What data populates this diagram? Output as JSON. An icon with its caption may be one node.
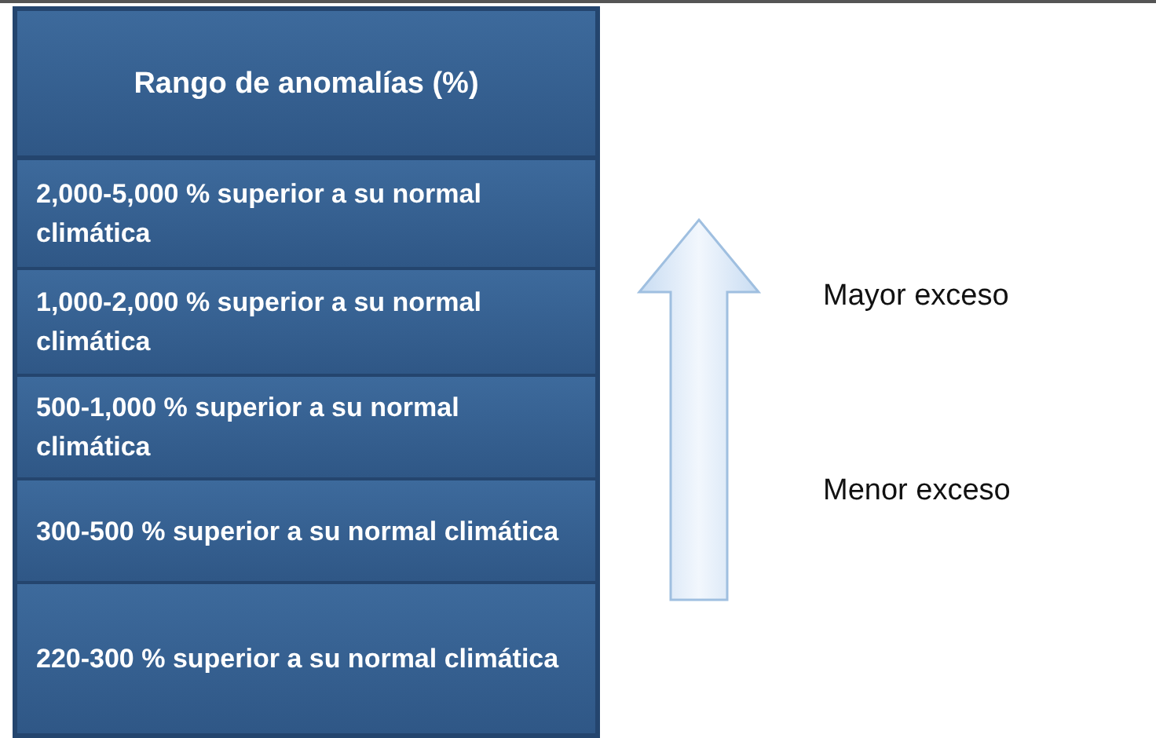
{
  "diagram": {
    "labels": [
      "Rango de anomalías (%)",
      "2,000-5,000 % superior a su normal climática",
      "1,000-2,000 % superior a su normal climática",
      "500-1,000 % superior a su normal climática",
      "300-500 % superior a su normal climática",
      "220-300 % superior a su normal climática",
      "Mayor exceso",
      "Menor exceso"
    ]
  }
}
